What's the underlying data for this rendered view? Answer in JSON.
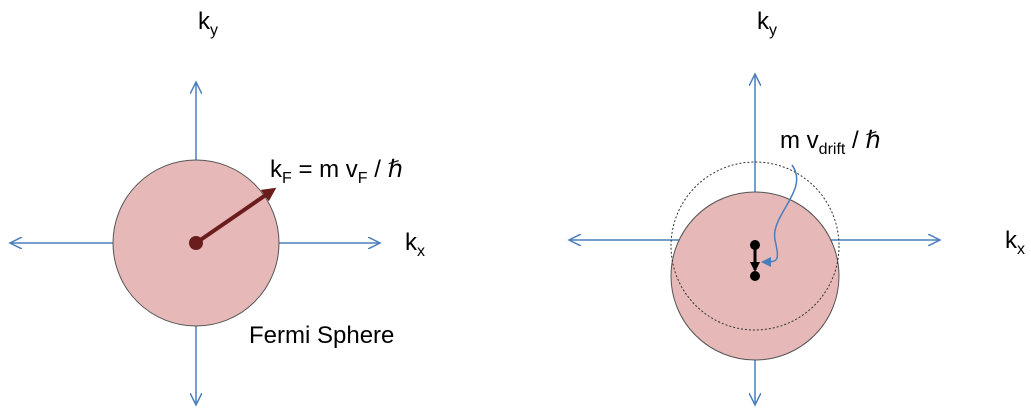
{
  "left_panel": {
    "axis_y_label": "k",
    "axis_y_sub": "y",
    "axis_x_label": "k",
    "axis_x_sub": "x",
    "equation": {
      "k": "k",
      "k_sub": "F",
      "eq": " = m v",
      "v_sub": "F",
      "rest": " / ℏ"
    },
    "caption": "Fermi Sphere"
  },
  "right_panel": {
    "axis_y_label": "k",
    "axis_y_sub": "y",
    "axis_x_label": "k",
    "axis_x_sub": "x",
    "annotation": {
      "prefix": "m v",
      "sub": "drift",
      "suffix": " / ℏ"
    }
  },
  "colors": {
    "axis": "#4a7ebb",
    "sphere_fill": "#e6b9b8",
    "sphere_stroke": "#555555",
    "radius_arrow": "#6b1c1c",
    "drift_arrow": "#000000",
    "callout": "#4a7ebb"
  }
}
